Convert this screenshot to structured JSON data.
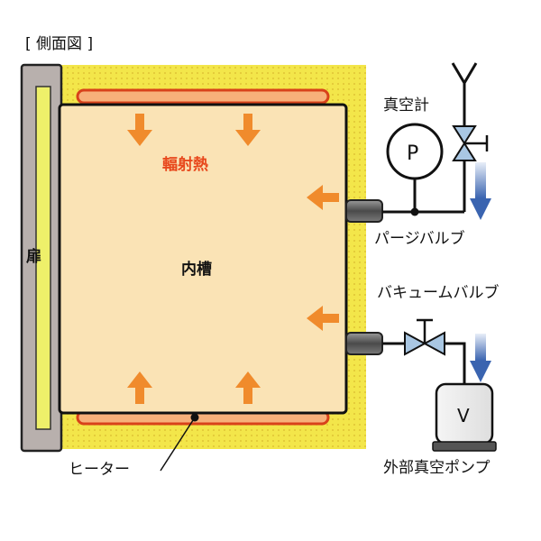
{
  "labels": {
    "view_title": "[ 側面図 ]",
    "door": "扉",
    "radiant_heat": "輻射熱",
    "inner_chamber": "内槽",
    "vacuum_gauge": "真空計",
    "gauge_symbol": "P",
    "purge_valve": "パージバルブ",
    "vacuum_valve": "バキュームバルブ",
    "pump_symbol": "V",
    "external_pump": "外部真空ポンプ",
    "heater": "ヒーター"
  },
  "colors": {
    "outer_insulation": "#f2e84a",
    "inner_chamber": "#fae3b5",
    "door": "#b8b0ad",
    "heater": "#e04a1e",
    "heat_arrow": "#f08b2c",
    "flow_arrow": "#3a64b0",
    "radiant_text": "#e8481c"
  }
}
